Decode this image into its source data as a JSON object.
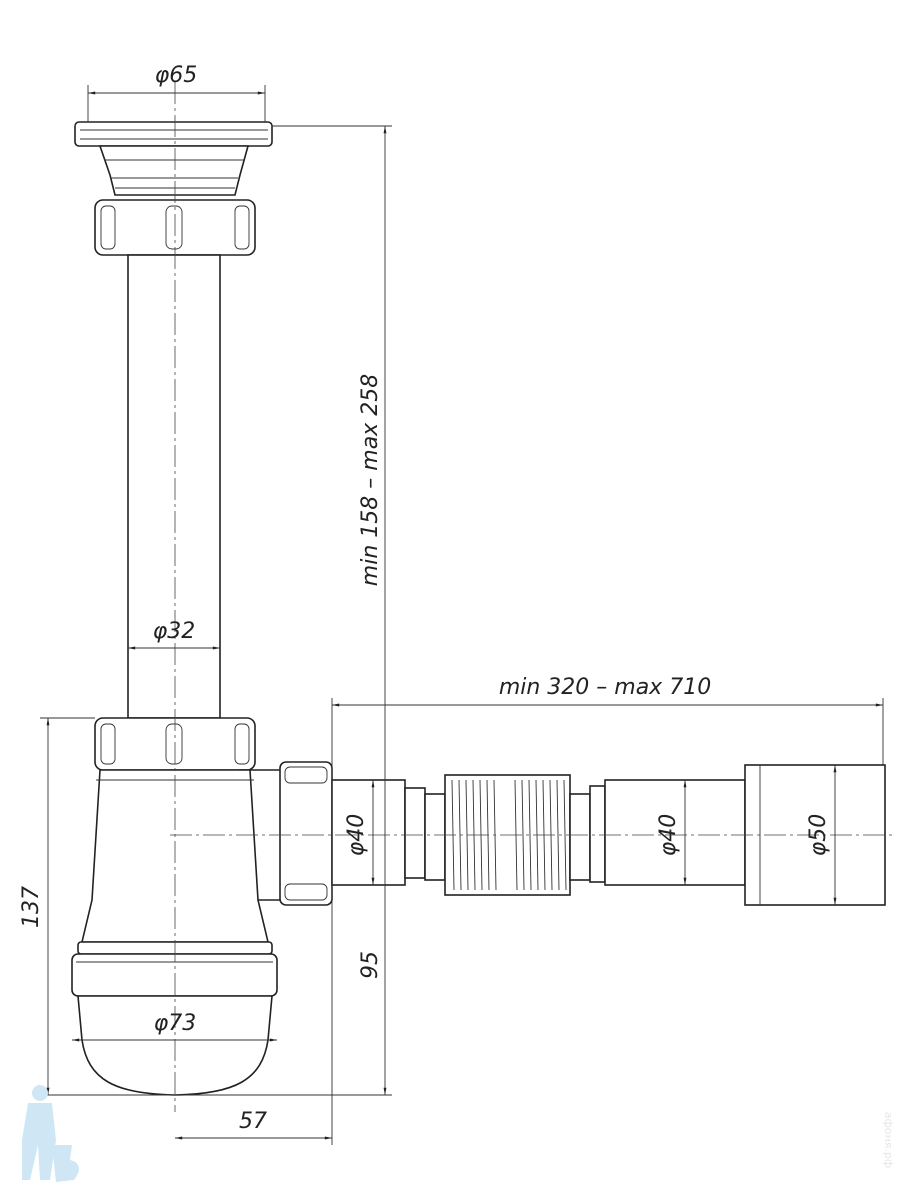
{
  "title": "Bottle siphon with flexible outlet pipe - technical drawing",
  "dimensions": {
    "top_flange_diameter": "φ65",
    "vertical_height": "min 158 – max 258",
    "pipe_diameter": "φ32",
    "horizontal_length": "min 320 – max 710",
    "outlet_diameter_1": "φ40",
    "outlet_diameter_2": "φ40",
    "outlet_end_diameter": "φ50",
    "body_height": "137",
    "outlet_height": "95",
    "cup_diameter": "φ73",
    "outlet_offset": "57"
  },
  "watermark": "афоня.рф",
  "colors": {
    "line": "#222222",
    "logo": "#cfe6f5"
  }
}
